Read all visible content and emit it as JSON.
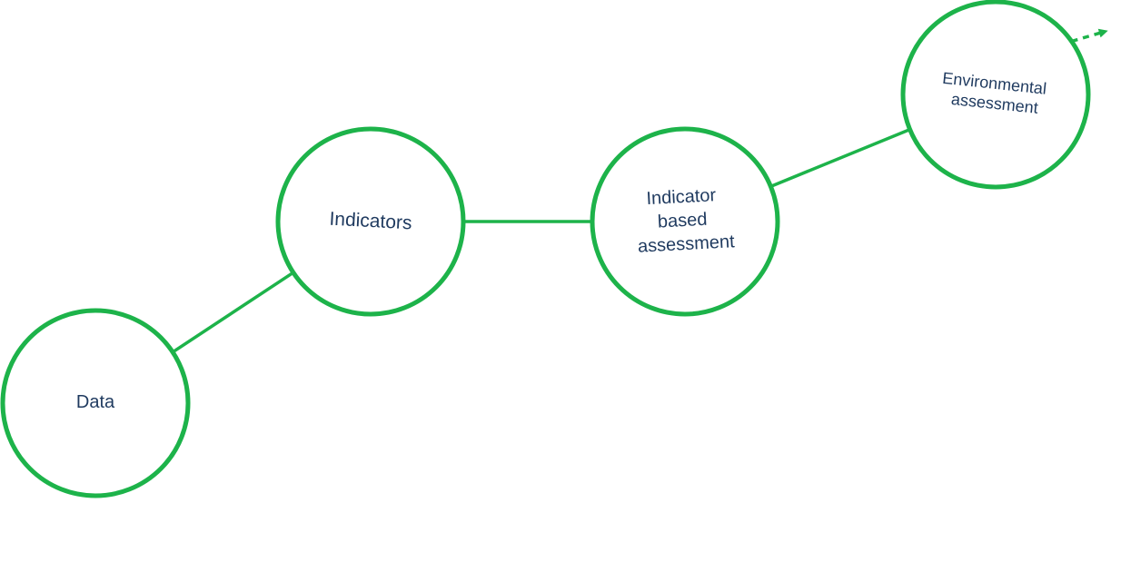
{
  "colors": {
    "accent": "#1db34a",
    "text": "#1f3a5f"
  },
  "diagram": {
    "nodes": [
      {
        "id": "data",
        "lines": [
          "Data"
        ]
      },
      {
        "id": "indicators",
        "lines": [
          "Indicators"
        ]
      },
      {
        "id": "indicator-based-assessment",
        "lines": [
          "Indicator",
          "based",
          "assessment"
        ]
      },
      {
        "id": "environmental-assessment",
        "lines": [
          "Environmental",
          "assessment"
        ]
      }
    ],
    "edges": [
      {
        "from": "data",
        "to": "indicators"
      },
      {
        "from": "indicators",
        "to": "indicator-based-assessment"
      },
      {
        "from": "indicator-based-assessment",
        "to": "environmental-assessment"
      }
    ],
    "outgoing_arrow": {
      "from": "environmental-assessment",
      "style": "dashed"
    }
  }
}
